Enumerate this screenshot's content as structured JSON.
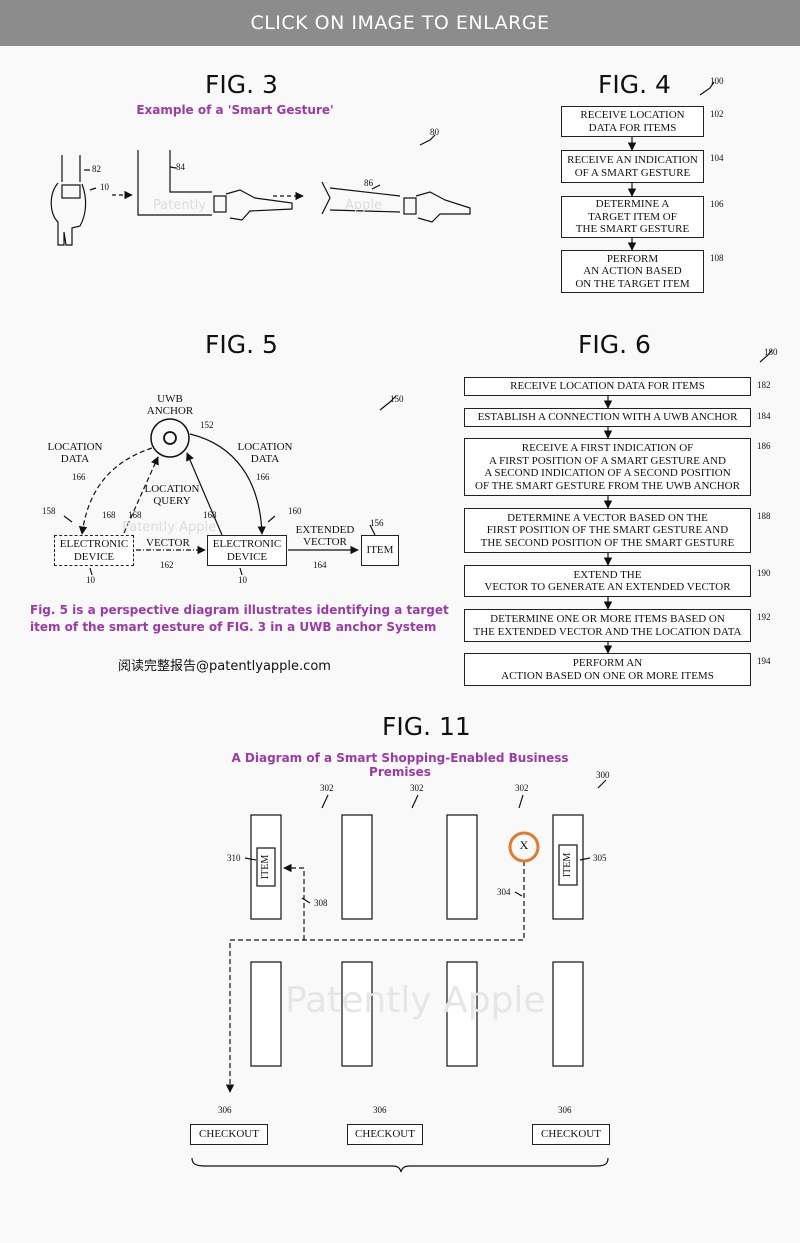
{
  "banner": "CLICK ON IMAGE TO ENLARGE",
  "watermark": "Patently Apple",
  "wm": {
    "w1": "Patently",
    "w2": "Apple"
  },
  "fig3": {
    "title": "FIG. 3",
    "caption": "Example of a 'Smart Gesture'",
    "refs": {
      "r80": "80",
      "r82": "82",
      "r10": "10",
      "r84": "84",
      "r86": "86"
    }
  },
  "fig4": {
    "title": "FIG. 4",
    "ref_main": "100",
    "steps": [
      {
        "text": "RECEIVE LOCATION\nDATA FOR ITEMS",
        "ref": "102"
      },
      {
        "text": "RECEIVE AN INDICATION\nOF A SMART GESTURE",
        "ref": "104"
      },
      {
        "text": "DETERMINE A\nTARGET ITEM OF\nTHE SMART GESTURE",
        "ref": "106"
      },
      {
        "text": "PERFORM\nAN ACTION BASED\nON THE TARGET ITEM",
        "ref": "108"
      }
    ]
  },
  "fig5": {
    "title": "FIG. 5",
    "uwb_anchor": "UWB\nANCHOR",
    "location_data_left": "LOCATION\nDATA",
    "location_data_right": "LOCATION\nDATA",
    "location_query": "LOCATION\nQUERY",
    "device_left": "ELECTRONIC\nDEVICE",
    "device_right": "ELECTRONIC\nDEVICE",
    "vector": "VECTOR",
    "extended_vector": "EXTENDED\nVECTOR",
    "item": "ITEM",
    "refs": {
      "r150": "150",
      "r152": "152",
      "r166a": "166",
      "r166b": "166",
      "r168a": "168",
      "r168b": "168",
      "r168c": "168",
      "r158": "158",
      "r160": "160",
      "r156": "156",
      "r162": "162",
      "r164": "164",
      "r10a": "10",
      "r10b": "10"
    },
    "caption": "Fig. 5 is a perspective diagram illustrates identifying a target\nitem of the smart gesture of FIG. 3 in a UWB anchor System",
    "credit": "阅读完整报告@patentlyapple.com"
  },
  "fig6": {
    "title": "FIG. 6",
    "ref_main": "180",
    "steps": [
      {
        "text": "RECEIVE LOCATION DATA FOR ITEMS",
        "ref": "182"
      },
      {
        "text": "ESTABLISH A CONNECTION WITH A UWB ANCHOR",
        "ref": "184"
      },
      {
        "text": "RECEIVE A FIRST INDICATION OF\nA FIRST POSITION OF A SMART GESTURE AND\nA SECOND INDICATION OF A SECOND POSITION\nOF THE SMART GESTURE FROM THE UWB ANCHOR",
        "ref": "186"
      },
      {
        "text": "DETERMINE A VECTOR BASED ON THE\nFIRST POSITION OF THE SMART GESTURE AND\nTHE SECOND POSITION OF THE SMART GESTURE",
        "ref": "188"
      },
      {
        "text": "EXTEND THE\nVECTOR TO GENERATE AN EXTENDED VECTOR",
        "ref": "190"
      },
      {
        "text": "DETERMINE ONE OR MORE ITEMS BASED ON\nTHE EXTENDED VECTOR AND THE LOCATION DATA",
        "ref": "192"
      },
      {
        "text": "PERFORM AN\nACTION BASED ON ONE OR MORE ITEMS",
        "ref": "194"
      }
    ]
  },
  "fig11": {
    "title": "FIG. 11",
    "caption": "A Diagram of a Smart Shopping-Enabled Business Premises",
    "item_label": "ITEM",
    "x_marker": "X",
    "checkout": "CHECKOUT",
    "marker_color": "#e07a2c",
    "refs": {
      "r300": "300",
      "r302a": "302",
      "r302b": "302",
      "r302c": "302",
      "r310": "310",
      "r305": "305",
      "r308": "308",
      "r304": "304",
      "r306a": "306",
      "r306b": "306",
      "r306c": "306"
    }
  }
}
